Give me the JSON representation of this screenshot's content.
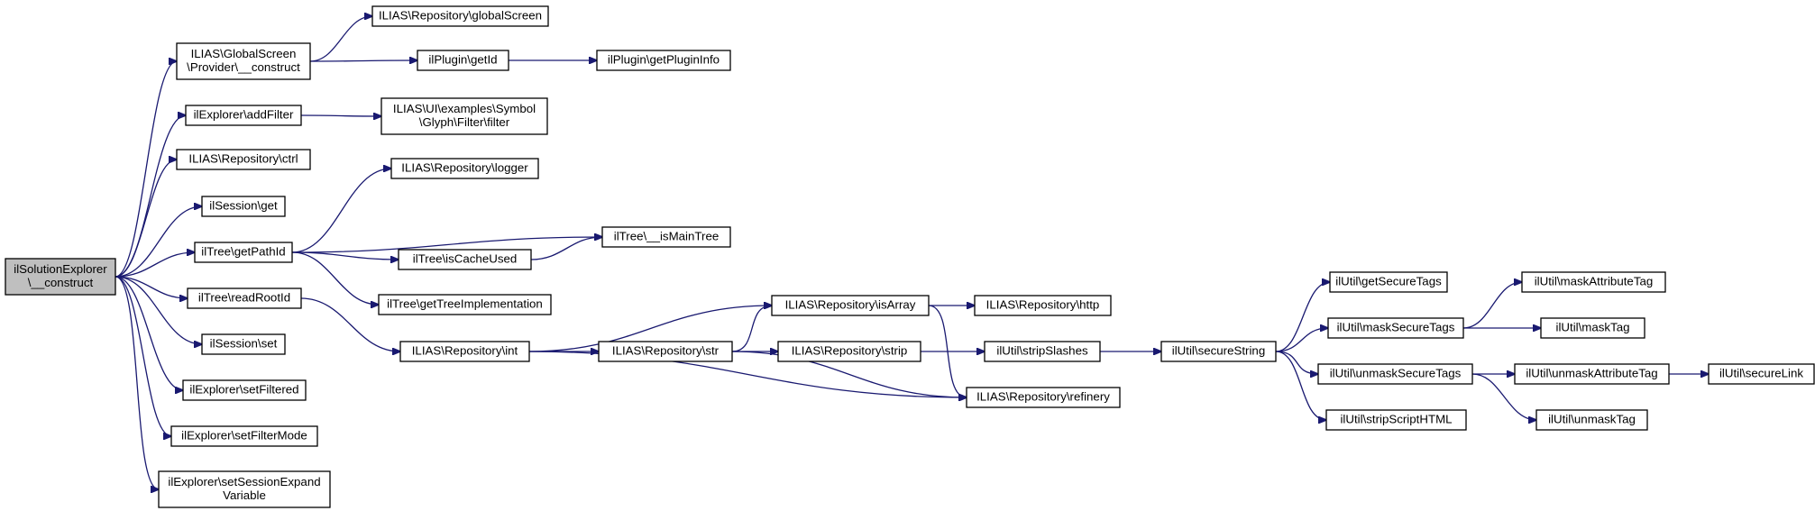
{
  "graph": {
    "root": "n0",
    "nodes": [
      {
        "id": "n0",
        "lines": [
          "ilSolutionExplorer",
          "\\__construct"
        ]
      },
      {
        "id": "n1",
        "lines": [
          "ILIAS\\GlobalScreen",
          "\\Provider\\__construct"
        ]
      },
      {
        "id": "n2",
        "lines": [
          "ilExplorer\\addFilter"
        ]
      },
      {
        "id": "n3",
        "lines": [
          "ILIAS\\Repository\\ctrl"
        ]
      },
      {
        "id": "n4",
        "lines": [
          "ilSession\\get"
        ]
      },
      {
        "id": "n5",
        "lines": [
          "ilTree\\getPathId"
        ]
      },
      {
        "id": "n6",
        "lines": [
          "ilTree\\readRootId"
        ]
      },
      {
        "id": "n7",
        "lines": [
          "ilSession\\set"
        ]
      },
      {
        "id": "n8",
        "lines": [
          "ilExplorer\\setFiltered"
        ]
      },
      {
        "id": "n9",
        "lines": [
          "ilExplorer\\setFilterMode"
        ]
      },
      {
        "id": "n10",
        "lines": [
          "ilExplorer\\setSessionExpand",
          "Variable"
        ]
      },
      {
        "id": "n11",
        "lines": [
          "ILIAS\\Repository\\globalScreen"
        ]
      },
      {
        "id": "n12",
        "lines": [
          "ilPlugin\\getId"
        ]
      },
      {
        "id": "n13",
        "lines": [
          "ilPlugin\\getPluginInfo"
        ]
      },
      {
        "id": "n14",
        "lines": [
          "ILIAS\\UI\\examples\\Symbol",
          "\\Glyph\\Filter\\filter"
        ]
      },
      {
        "id": "n15",
        "lines": [
          "ILIAS\\Repository\\logger"
        ]
      },
      {
        "id": "n16",
        "lines": [
          "ilTree\\__isMainTree"
        ]
      },
      {
        "id": "n17",
        "lines": [
          "ilTree\\isCacheUsed"
        ]
      },
      {
        "id": "n18",
        "lines": [
          "ilTree\\getTreeImplementation"
        ]
      },
      {
        "id": "n19",
        "lines": [
          "ILIAS\\Repository\\int"
        ]
      },
      {
        "id": "n20",
        "lines": [
          "ILIAS\\Repository\\isArray"
        ]
      },
      {
        "id": "n21",
        "lines": [
          "ILIAS\\Repository\\str"
        ]
      },
      {
        "id": "n22",
        "lines": [
          "ILIAS\\Repository\\strip"
        ]
      },
      {
        "id": "n23",
        "lines": [
          "ILIAS\\Repository\\refinery"
        ]
      },
      {
        "id": "n24",
        "lines": [
          "ILIAS\\Repository\\http"
        ]
      },
      {
        "id": "n25",
        "lines": [
          "ilUtil\\stripSlashes"
        ]
      },
      {
        "id": "n26",
        "lines": [
          "ilUtil\\secureString"
        ]
      },
      {
        "id": "n27",
        "lines": [
          "ilUtil\\getSecureTags"
        ]
      },
      {
        "id": "n28",
        "lines": [
          "ilUtil\\maskSecureTags"
        ]
      },
      {
        "id": "n29",
        "lines": [
          "ilUtil\\unmaskSecureTags"
        ]
      },
      {
        "id": "n30",
        "lines": [
          "ilUtil\\stripScriptHTML"
        ]
      },
      {
        "id": "n31",
        "lines": [
          "ilUtil\\maskAttributeTag"
        ]
      },
      {
        "id": "n32",
        "lines": [
          "ilUtil\\maskTag"
        ]
      },
      {
        "id": "n33",
        "lines": [
          "ilUtil\\unmaskAttributeTag"
        ]
      },
      {
        "id": "n34",
        "lines": [
          "ilUtil\\unmaskTag"
        ]
      },
      {
        "id": "n35",
        "lines": [
          "ilUtil\\secureLink"
        ]
      }
    ],
    "edges": [
      {
        "from": "n0",
        "to": "n1"
      },
      {
        "from": "n0",
        "to": "n2"
      },
      {
        "from": "n0",
        "to": "n3"
      },
      {
        "from": "n0",
        "to": "n4"
      },
      {
        "from": "n0",
        "to": "n5"
      },
      {
        "from": "n0",
        "to": "n6"
      },
      {
        "from": "n0",
        "to": "n7"
      },
      {
        "from": "n0",
        "to": "n8"
      },
      {
        "from": "n0",
        "to": "n9"
      },
      {
        "from": "n0",
        "to": "n10"
      },
      {
        "from": "n1",
        "to": "n11"
      },
      {
        "from": "n1",
        "to": "n12"
      },
      {
        "from": "n12",
        "to": "n13"
      },
      {
        "from": "n2",
        "to": "n14"
      },
      {
        "from": "n5",
        "to": "n15"
      },
      {
        "from": "n5",
        "to": "n16"
      },
      {
        "from": "n5",
        "to": "n17"
      },
      {
        "from": "n5",
        "to": "n18"
      },
      {
        "from": "n17",
        "to": "n16"
      },
      {
        "from": "n6",
        "to": "n19"
      },
      {
        "from": "n19",
        "to": "n20"
      },
      {
        "from": "n19",
        "to": "n21"
      },
      {
        "from": "n19",
        "to": "n23"
      },
      {
        "from": "n21",
        "to": "n20"
      },
      {
        "from": "n21",
        "to": "n22"
      },
      {
        "from": "n21",
        "to": "n23"
      },
      {
        "from": "n20",
        "to": "n24"
      },
      {
        "from": "n20",
        "to": "n23"
      },
      {
        "from": "n22",
        "to": "n25"
      },
      {
        "from": "n25",
        "to": "n26"
      },
      {
        "from": "n26",
        "to": "n27"
      },
      {
        "from": "n26",
        "to": "n28"
      },
      {
        "from": "n26",
        "to": "n29"
      },
      {
        "from": "n26",
        "to": "n30"
      },
      {
        "from": "n28",
        "to": "n31"
      },
      {
        "from": "n28",
        "to": "n32"
      },
      {
        "from": "n29",
        "to": "n33"
      },
      {
        "from": "n29",
        "to": "n34"
      },
      {
        "from": "n33",
        "to": "n35"
      }
    ]
  }
}
